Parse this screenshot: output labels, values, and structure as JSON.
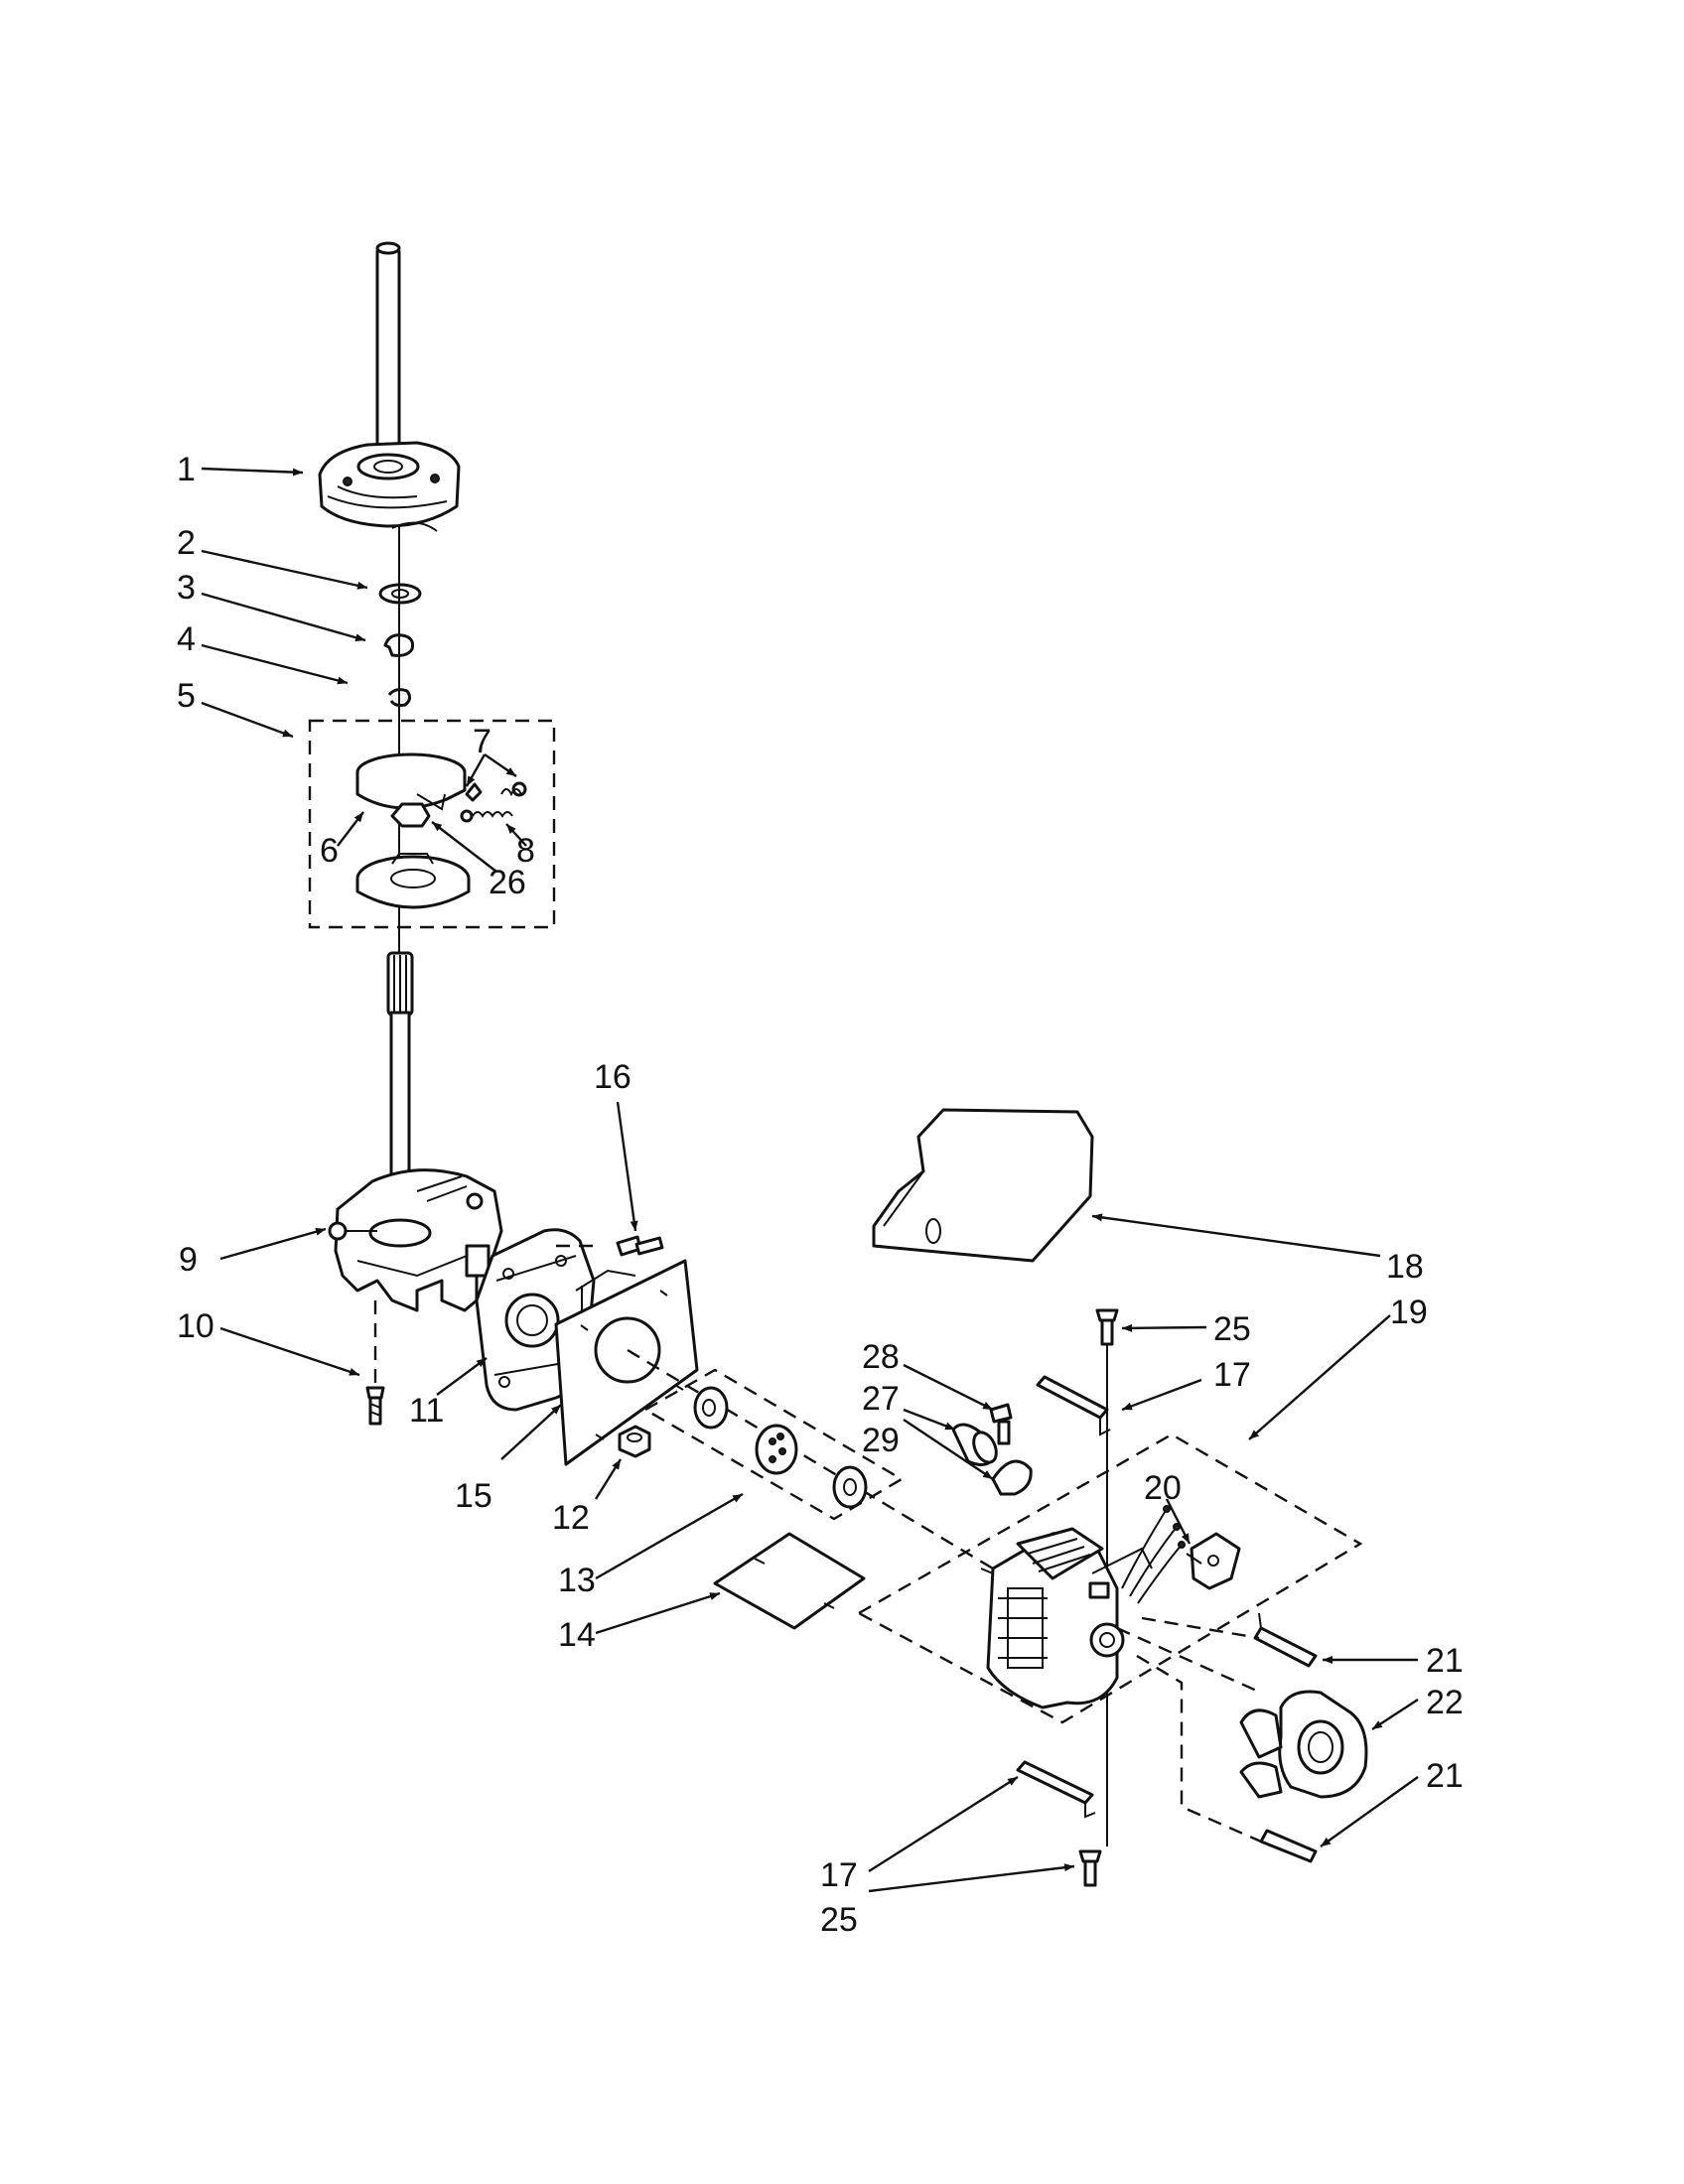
{
  "labels": {
    "l1": "1",
    "l2": "2",
    "l3": "3",
    "l4": "4",
    "l5": "5",
    "l6": "6",
    "l7": "7",
    "l8": "8",
    "l26": "26",
    "l16": "16",
    "l9": "9",
    "l10": "10",
    "l11": "11",
    "l15": "15",
    "l12": "12",
    "l13": "13",
    "l14": "14",
    "l18": "18",
    "l19": "19",
    "l25a": "25",
    "l17a": "17",
    "l28": "28",
    "l27": "27",
    "l29": "29",
    "l20": "20",
    "l21a": "21",
    "l22": "22",
    "l21b": "21",
    "l17b": "17",
    "l25b": "25"
  }
}
